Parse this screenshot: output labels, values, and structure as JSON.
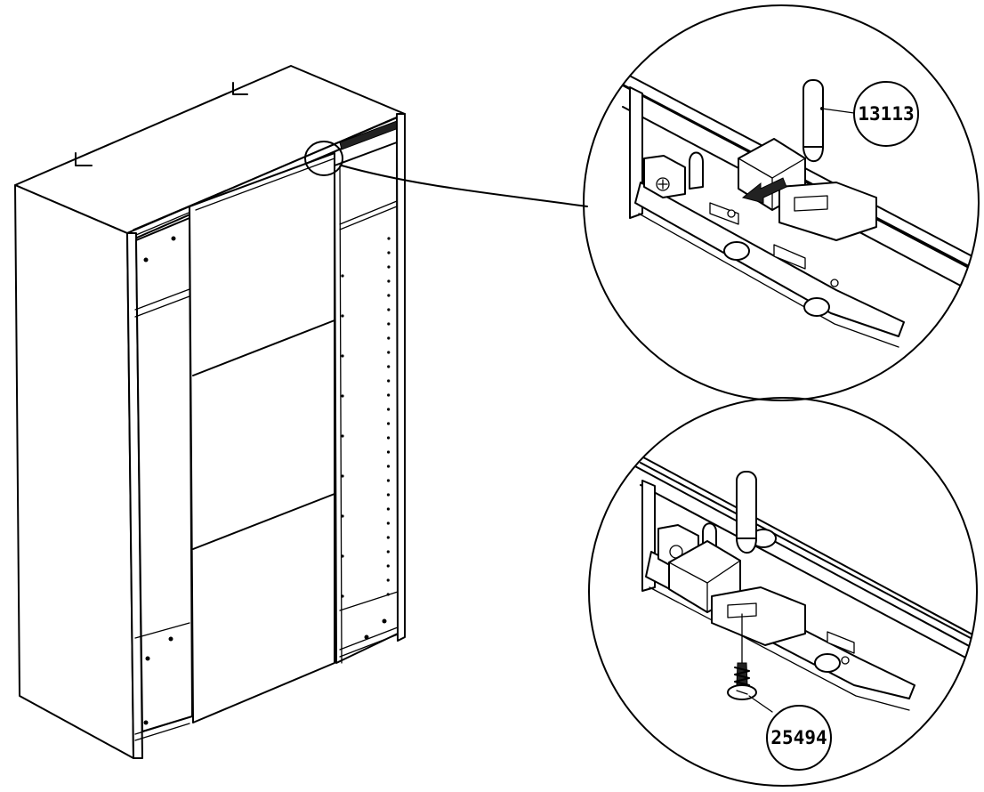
{
  "figure": {
    "type": "assembly-instruction",
    "parts": [
      {
        "id": "rail-stopper",
        "label": "13113"
      },
      {
        "id": "screw",
        "label": "25494"
      }
    ],
    "colors": {
      "line": "#000000",
      "background": "#ffffff",
      "shade": "#d9d9d9"
    }
  }
}
